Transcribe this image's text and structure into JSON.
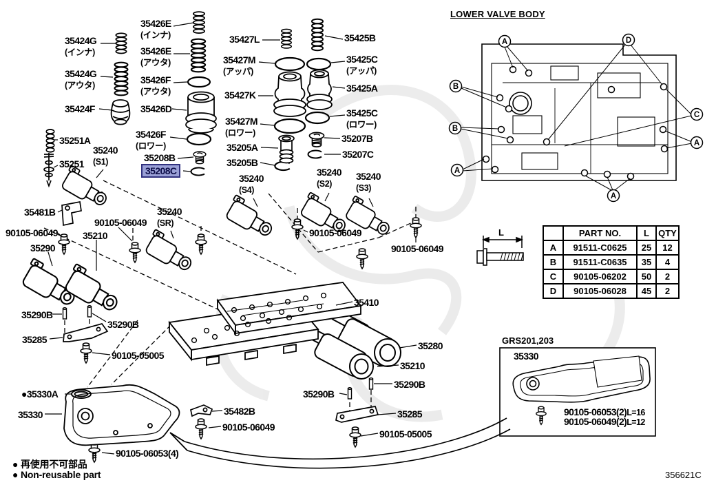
{
  "section": {
    "title": "LOWER VALVE BODY"
  },
  "meta": {
    "figure_code": "356621C"
  },
  "colors": {
    "ink": "#000000",
    "paper": "#ffffff",
    "highlight_bg": "#9aa0d6",
    "highlight_border": "#30307e",
    "highlight_text": "#0b0b46",
    "watermark": "#d9d9d9"
  },
  "parts": {
    "35424G": "35424G",
    "35424F": "35424F",
    "35426E": "35426E",
    "35426F": "35426F",
    "35426D": "35426D",
    "35427L": "35427L",
    "35427M": "35427M",
    "35427K": "35427K",
    "35425B": "35425B",
    "35425C": "35425C",
    "35425A": "35425A",
    "35205A": "35205A",
    "35205B": "35205B",
    "35207B": "35207B",
    "35207C": "35207C",
    "35251A": "35251A",
    "35251": "35251",
    "35208B": "35208B",
    "35208C": "35208C",
    "35240": "35240",
    "35481B": "35481B",
    "35290": "35290",
    "35210": "35210",
    "35410": "35410",
    "35280": "35280",
    "35290B": "35290B",
    "35285": "35285",
    "35482B": "35482B",
    "35330A": "35330A",
    "35330": "35330",
    "90105-06049": "90105-06049",
    "90105-05005": "90105-05005",
    "90105-06053(4)": "90105-06053(4)"
  },
  "subs": {
    "inner": "(インナ)",
    "outer": "(アウタ)",
    "upper": "(アッパ)",
    "lower": "(ロワー)",
    "s1": "(S1)",
    "s2": "(S2)",
    "s3": "(S3)",
    "s4": "(S4)",
    "sr": "(SR)"
  },
  "callouts": {
    "a": "A",
    "b": "B",
    "c": "C",
    "d": "D"
  },
  "bolt_table": {
    "headers": [
      "",
      "PART NO.",
      "L",
      "QTY"
    ],
    "dim": "L",
    "rows": [
      [
        "A",
        "91511-C0625",
        "25",
        "12"
      ],
      [
        "B",
        "91511-C0635",
        "35",
        "4"
      ],
      [
        "C",
        "90105-06202",
        "50",
        "2"
      ],
      [
        "D",
        "90105-06028",
        "45",
        "2"
      ]
    ]
  },
  "inset": {
    "model": "GRS201,203",
    "part": "35330",
    "bolt_a": "90105-06053(2)",
    "bolt_a_len": "L=16",
    "bolt_b": "90105-06049(2)",
    "bolt_b_len": "L=12"
  },
  "legend": {
    "bullet": "●",
    "jp": "再使用不可部品",
    "en": "Non-reusable part"
  }
}
